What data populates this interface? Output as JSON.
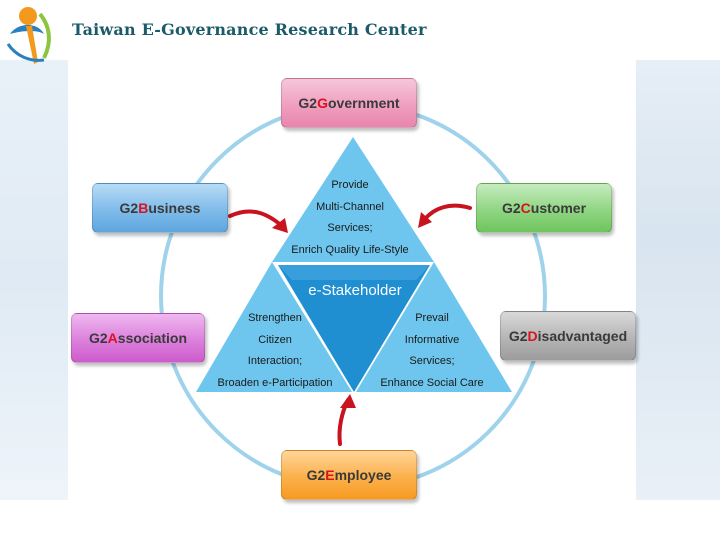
{
  "header": {
    "title": "Taiwan E-Governance Research Center"
  },
  "center": {
    "label": "e-Stakeholder"
  },
  "stakeholders": {
    "government": {
      "prefix": "G2",
      "initial": "G",
      "rest": "overnment"
    },
    "business": {
      "prefix": "G2",
      "initial": "B",
      "rest": "usiness"
    },
    "customer": {
      "prefix": "G2",
      "initial": "C",
      "rest": "ustomer"
    },
    "association": {
      "prefix": "G2",
      "initial": "A",
      "rest": "ssociation"
    },
    "disadvantaged": {
      "prefix": "G2",
      "initial": "D",
      "rest": "isadvantaged"
    },
    "employee": {
      "prefix": "G2",
      "initial": "E",
      "rest": "mployee"
    }
  },
  "goals": {
    "top": [
      "Provide",
      "Multi-Channel",
      "Services;",
      "Enrich Quality Life-Style"
    ],
    "left": [
      "Strengthen",
      "Citizen",
      "Interaction;",
      "Broaden e-Participation"
    ],
    "right": [
      "Prevail",
      "Informative",
      "Services;",
      "Enhance Social Care"
    ]
  },
  "colors": {
    "triangle": "#6ec6ee",
    "center_triangle": "#1f8fd2",
    "circle": "#9fd3ec",
    "arrow": "#c8141e",
    "highlight": "#d8141e"
  }
}
